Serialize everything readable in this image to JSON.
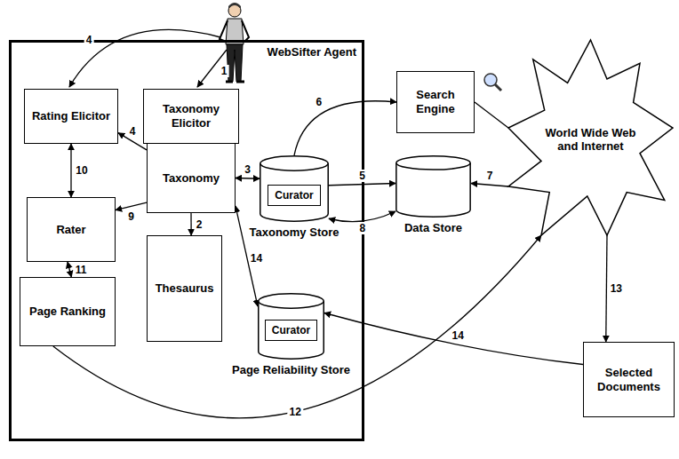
{
  "diagram": {
    "nodes": [
      {
        "text": [
          "WebSifter Agent"
        ]
      },
      {
        "text": [
          "Rating Elicitor"
        ],
        "in": 0
      },
      {
        "text": [
          "Taxonomy Elicitor"
        ],
        "in": 0
      },
      {
        "text": [
          "Taxonomy"
        ],
        "in": 0
      },
      {
        "text": [
          "Rater"
        ],
        "in": 0
      },
      {
        "text": [
          "Page Ranking"
        ],
        "in": 0
      },
      {
        "text": [
          "Thesaurus"
        ],
        "in": 0
      },
      {
        "text": [
          "Taxonomy Store"
        ],
        "in": 0
      },
      {
        "text": [
          "Curator"
        ],
        "in": 7
      },
      {
        "text": [
          "Page Reliability Store"
        ],
        "in": 0
      },
      {
        "text": [
          "Curator"
        ],
        "in": 9
      },
      {
        "text": [
          "Search Engine"
        ]
      },
      {
        "text": [
          "Data Store"
        ]
      },
      {
        "text": [
          "World Wide Web and Internet"
        ]
      },
      {
        "text": [
          "Selected Documents"
        ]
      }
    ],
    "edges": [
      {
        "from": 3,
        "to": 1,
        "arrow": "to",
        "label": "4"
      },
      {
        "from": 3,
        "to": 7,
        "arrow": "both",
        "label": "3"
      },
      {
        "from": 3,
        "to": 6,
        "arrow": "to",
        "label": "2"
      },
      {
        "from": 3,
        "to": 4,
        "arrow": "to",
        "label": "9"
      },
      {
        "from": 1,
        "to": 4,
        "arrow": "both",
        "label": "10"
      },
      {
        "from": 4,
        "to": 5,
        "arrow": "both",
        "label": "11"
      },
      {
        "from": 5,
        "to": 13,
        "arrow": "to",
        "label": "12"
      },
      {
        "from": 7,
        "to": 11,
        "arrow": "to",
        "label": "6"
      },
      {
        "from": 11,
        "to": 13,
        "arrow": "none"
      },
      {
        "from": 7,
        "to": 12,
        "arrow": "to",
        "label": "5"
      },
      {
        "from": 13,
        "to": 12,
        "arrow": "to",
        "label": "7"
      },
      {
        "from": 12,
        "to": 7,
        "arrow": "both",
        "label": "8"
      },
      {
        "from": 13,
        "to": 14,
        "arrow": "to",
        "label": "13"
      },
      {
        "from": 14,
        "to": 9,
        "arrow": "to",
        "label": "14"
      },
      {
        "from": 3,
        "to": 9,
        "arrow": "both",
        "label": "14"
      }
    ],
    "labels": [
      "1",
      "4"
    ]
  }
}
